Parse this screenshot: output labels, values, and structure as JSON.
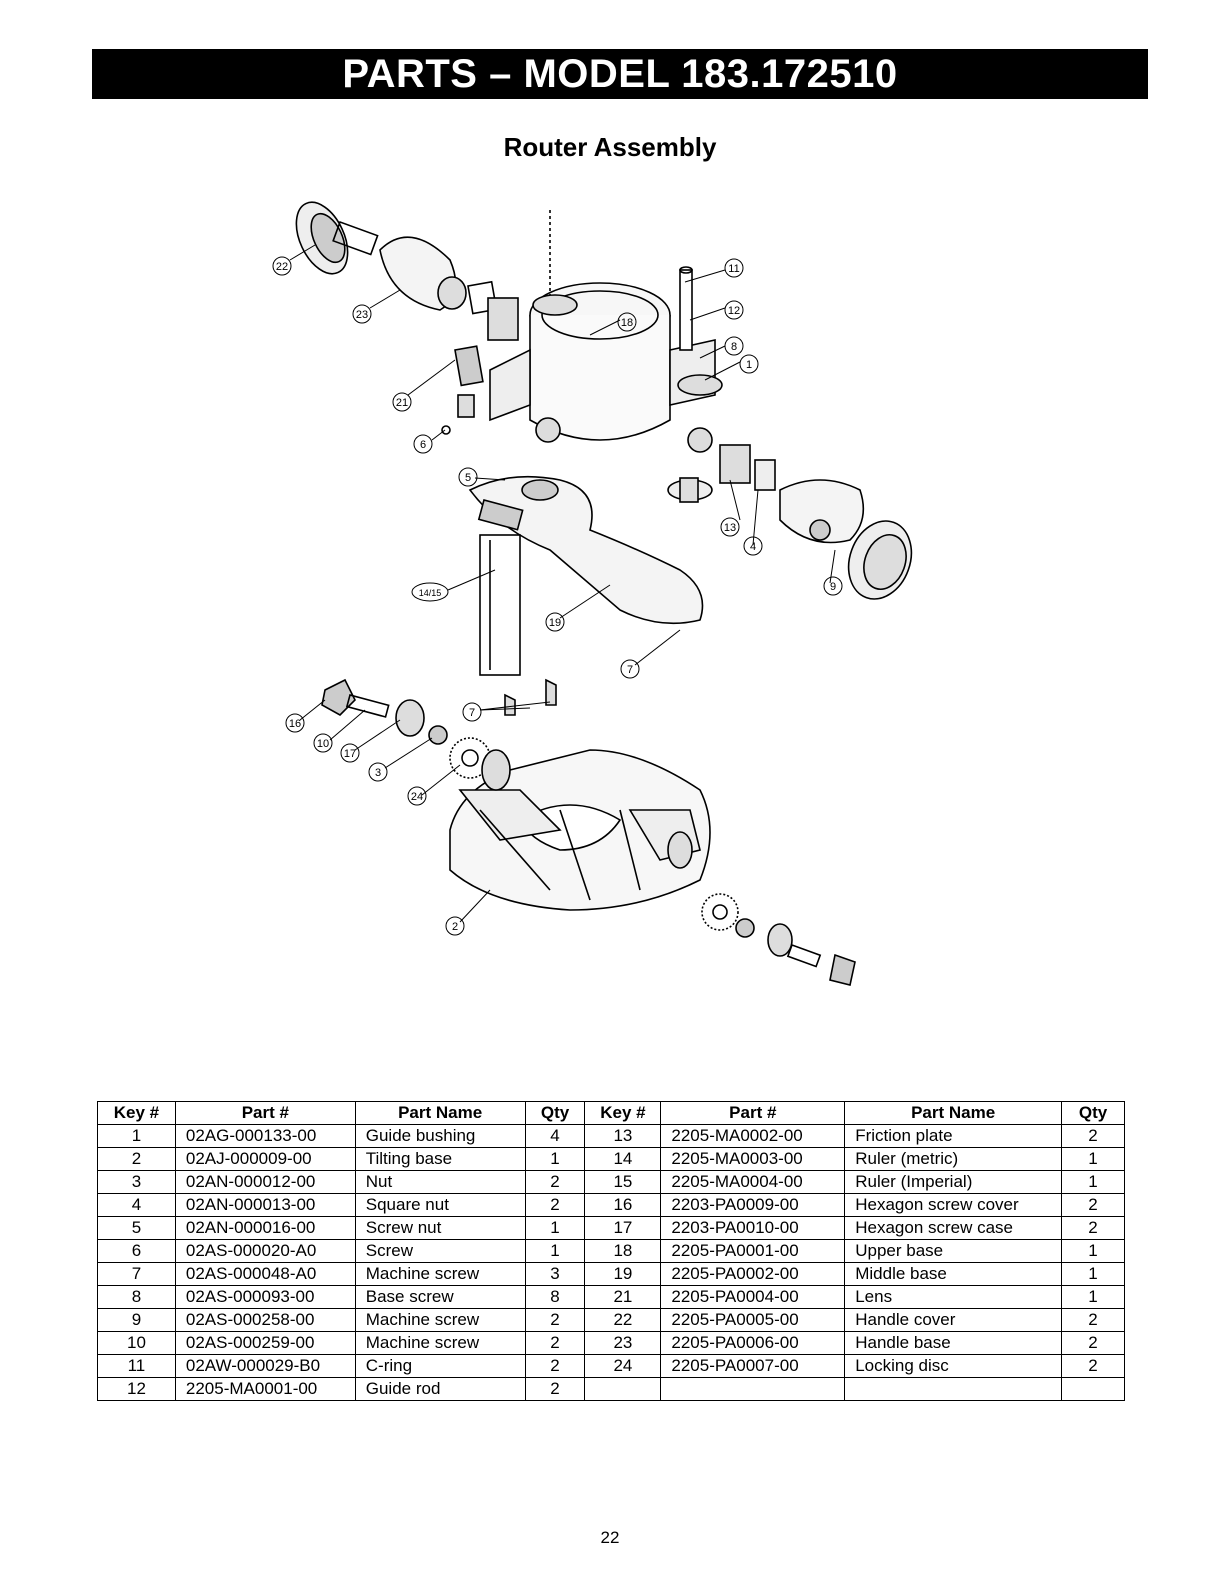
{
  "header": {
    "title": "PARTS – MODEL 183.172510"
  },
  "section": {
    "title": "Router Assembly"
  },
  "diagram": {
    "callouts": [
      "22",
      "23",
      "21",
      "6",
      "5",
      "14/15",
      "19",
      "7",
      "16",
      "10",
      "17",
      "3",
      "24",
      "2",
      "11",
      "12",
      "8",
      "1",
      "18",
      "13",
      "4",
      "9",
      "7"
    ]
  },
  "table": {
    "headers": [
      "Key #",
      "Part #",
      "Part Name",
      "Qty",
      "Key #",
      "Part #",
      "Part Name",
      "Qty"
    ],
    "rows": [
      [
        "1",
        "02AG-000133-00",
        "Guide bushing",
        "4",
        "13",
        "2205-MA0002-00",
        "Friction plate",
        "2"
      ],
      [
        "2",
        "02AJ-000009-00",
        "Tilting base",
        "1",
        "14",
        "2205-MA0003-00",
        "Ruler (metric)",
        "1"
      ],
      [
        "3",
        "02AN-000012-00",
        "Nut",
        "2",
        "15",
        "2205-MA0004-00",
        "Ruler (Imperial)",
        "1"
      ],
      [
        "4",
        "02AN-000013-00",
        "Square nut",
        "2",
        "16",
        "2203-PA0009-00",
        "Hexagon screw cover",
        "2"
      ],
      [
        "5",
        "02AN-000016-00",
        "Screw nut",
        "1",
        "17",
        "2203-PA0010-00",
        "Hexagon screw case",
        "2"
      ],
      [
        "6",
        "02AS-000020-A0",
        "Screw",
        "1",
        "18",
        "2205-PA0001-00",
        "Upper base",
        "1"
      ],
      [
        "7",
        "02AS-000048-A0",
        "Machine screw",
        "3",
        "19",
        "2205-PA0002-00",
        "Middle base",
        "1"
      ],
      [
        "8",
        "02AS-000093-00",
        "Base screw",
        "8",
        "21",
        "2205-PA0004-00",
        "Lens",
        "1"
      ],
      [
        "9",
        "02AS-000258-00",
        "Machine screw",
        "2",
        "22",
        "2205-PA0005-00",
        "Handle cover",
        "2"
      ],
      [
        "10",
        "02AS-000259-00",
        "Machine screw",
        "2",
        "23",
        "2205-PA0006-00",
        "Handle base",
        "2"
      ],
      [
        "11",
        "02AW-000029-B0",
        "C-ring",
        "2",
        "24",
        "2205-PA0007-00",
        "Locking disc",
        "2"
      ],
      [
        "12",
        "2205-MA0001-00",
        "Guide rod",
        "2",
        "",
        "",
        "",
        ""
      ]
    ]
  },
  "footer": {
    "page_number": "22"
  }
}
